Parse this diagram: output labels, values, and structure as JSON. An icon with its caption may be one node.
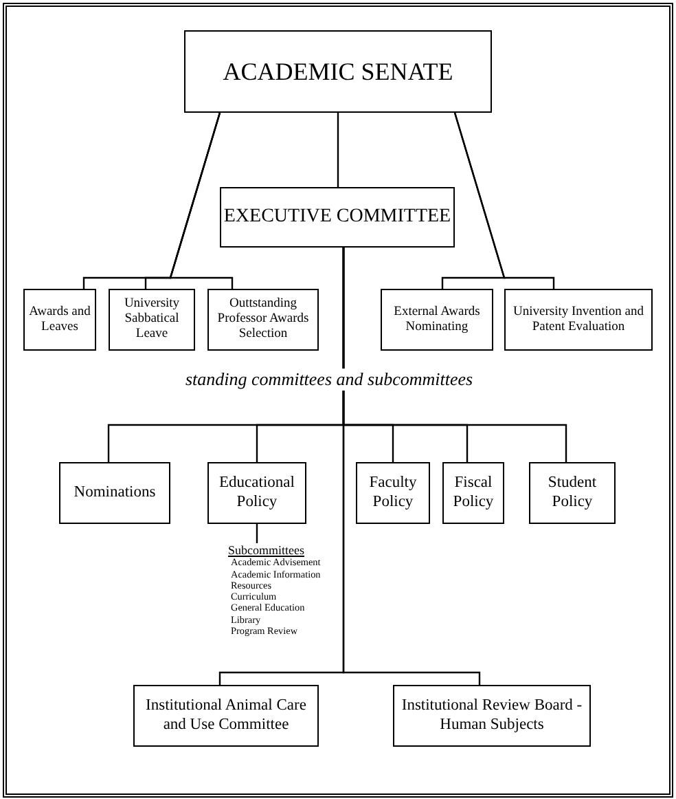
{
  "diagram": {
    "nodes": [
      {
        "text": [
          "ACADEMIC SENATE"
        ]
      },
      {
        "text": [
          "EXECUTIVE COMMITTEE"
        ]
      },
      {
        "text": [
          "Awards and Leaves"
        ]
      },
      {
        "text": [
          "University Sabbatical Leave"
        ]
      },
      {
        "text": [
          "Outtstanding Professor Awards Selection"
        ]
      },
      {
        "text": [
          "External Awards Nominating"
        ]
      },
      {
        "text": [
          "University Invention and Patent Evaluation"
        ]
      },
      {
        "text": [
          "Nominations"
        ]
      },
      {
        "text": [
          "Educational Policy"
        ]
      },
      {
        "text": [
          "Faculty Policy"
        ]
      },
      {
        "text": [
          "Fiscal Policy"
        ]
      },
      {
        "text": [
          "Student Policy"
        ]
      },
      {
        "text": [
          "Subcommittees",
          "Academic Advisement",
          "Academic Information Resources",
          "Curriculum",
          "General Education",
          "Library",
          "Program Review"
        ]
      },
      {
        "text": [
          "Institutional Animal Care and Use Committee"
        ]
      },
      {
        "text": [
          "Institutional Review Board - Human Subjects"
        ]
      }
    ],
    "edges": [
      {
        "from": 0,
        "to": 1,
        "arrow": "none"
      },
      {
        "from": 0,
        "to": 2,
        "arrow": "none"
      },
      {
        "from": 0,
        "to": 3,
        "arrow": "none"
      },
      {
        "from": 0,
        "to": 4,
        "arrow": "none"
      },
      {
        "from": 0,
        "to": 5,
        "arrow": "none"
      },
      {
        "from": 0,
        "to": 6,
        "arrow": "none"
      },
      {
        "from": 1,
        "to": 7,
        "arrow": "none"
      },
      {
        "from": 1,
        "to": 8,
        "arrow": "none"
      },
      {
        "from": 1,
        "to": 9,
        "arrow": "none"
      },
      {
        "from": 1,
        "to": 10,
        "arrow": "none"
      },
      {
        "from": 1,
        "to": 11,
        "arrow": "none"
      },
      {
        "from": 8,
        "to": 12,
        "arrow": "none"
      },
      {
        "from": 1,
        "to": 13,
        "arrow": "none"
      },
      {
        "from": 1,
        "to": 14,
        "arrow": "none"
      }
    ],
    "labels": [
      "standing committees and subcommittees"
    ]
  }
}
